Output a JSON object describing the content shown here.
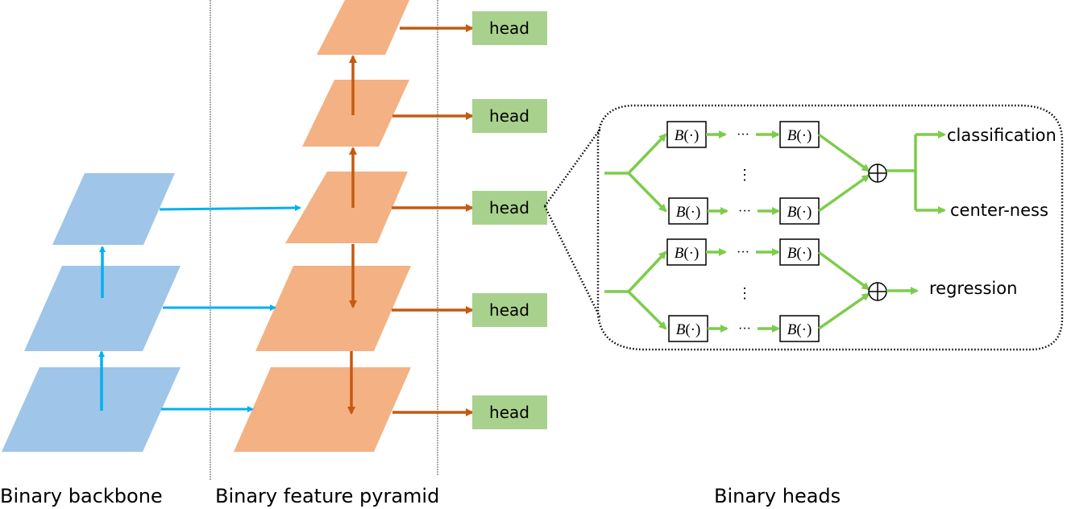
{
  "diagram": {
    "title": "Binary detector architecture",
    "sections": [
      {
        "id": "backbone",
        "label": "Binary backbone"
      },
      {
        "id": "pyramid",
        "label": "Binary feature pyramid"
      },
      {
        "id": "heads",
        "label": "Binary heads"
      }
    ],
    "backbone": {
      "levels": 3,
      "color": "#9FC5E8",
      "arrow_color": "#00B0F0"
    },
    "pyramid": {
      "levels": 5,
      "color": "#F4B183",
      "arrow_color": "#C55A11"
    },
    "heads": {
      "label": "head",
      "count": 5,
      "color": "#A9D18E"
    },
    "detail": {
      "block_label": "B",
      "block_arg": "(·)",
      "ellipsis_h": "···",
      "ellipsis_v": "⋮",
      "sum_symbol": "⊕",
      "branch_color": "#7DCC4A",
      "outputs": {
        "classification": "classification",
        "centerness": "center-ness",
        "regression": "regression"
      }
    },
    "colors": {
      "divider": "#555555",
      "outline": "#000000"
    }
  }
}
